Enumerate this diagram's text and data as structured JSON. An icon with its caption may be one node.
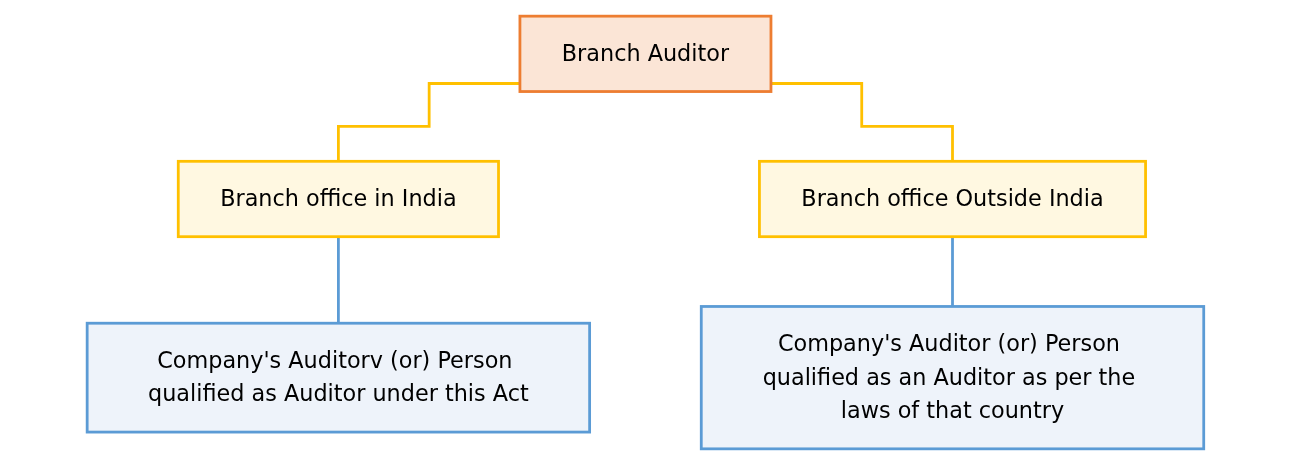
{
  "diagram": {
    "nodes": [
      {
        "text": [
          "Branch Auditor"
        ]
      },
      {
        "text": [
          "Branch office in India"
        ]
      },
      {
        "text": [
          "Branch office Outside India"
        ]
      },
      {
        "text": [
          "Company's Auditorv (or) Person qualified as Auditor under this Act"
        ]
      },
      {
        "text": [
          "Company's Auditor (or) Person qualified as an Auditor as per the laws of that country"
        ]
      }
    ],
    "edges": [
      {
        "from": 0,
        "to": 1,
        "arrow": "none",
        "color": "#ffc000"
      },
      {
        "from": 0,
        "to": 2,
        "arrow": "none",
        "color": "#ffc000"
      },
      {
        "from": 1,
        "to": 3,
        "arrow": "none",
        "color": "#5b9bd5"
      },
      {
        "from": 2,
        "to": 4,
        "arrow": "none",
        "color": "#5b9bd5"
      }
    ]
  }
}
